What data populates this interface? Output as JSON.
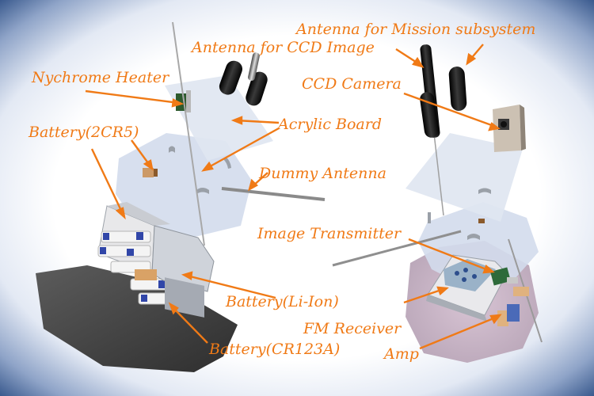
{
  "labels": {
    "antenna_mission": "Antenna for Mission subsystem",
    "antenna_ccd": "Antenna for CCD Image",
    "nychrome_heater": "Nychrome Heater",
    "ccd_camera": "CCD Camera",
    "acrylic_board": "Acrylic Board",
    "battery_2cr5": "Battery(2CR5)",
    "dummy_antenna": "Dummy Antenna",
    "image_transmitter": "Image Transmitter",
    "battery_liion": "Battery(Li-Ion)",
    "fm_receiver": "FM Receiver",
    "battery_cr123a": "Battery(CR123A)",
    "amp": "Amp"
  },
  "colors": {
    "label": "#f07a16",
    "frame": "#1e3e70"
  }
}
